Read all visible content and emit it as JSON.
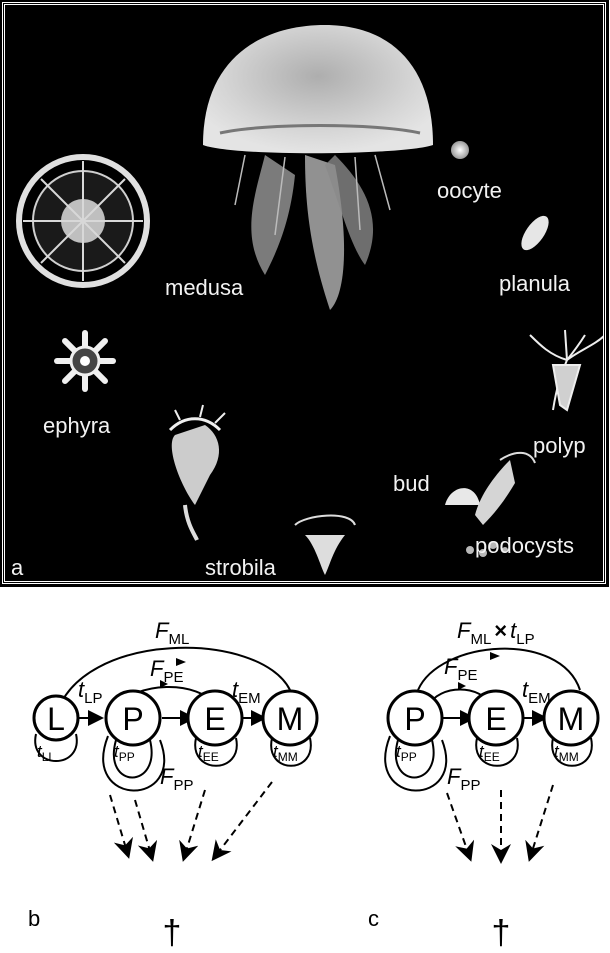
{
  "panel_a": {
    "letter": "a",
    "stages": {
      "medusa": "medusa",
      "oocyte": "oocyte",
      "planula": "planula",
      "polyp": "polyp",
      "ephyra": "ephyra",
      "strobila": "strobila",
      "bud": "bud",
      "podocysts": "podocysts"
    }
  },
  "panel_b": {
    "letter": "b",
    "nodes": [
      "L",
      "P",
      "E",
      "M"
    ],
    "labels": {
      "fml": "F",
      "fml_sub": "ML",
      "tlp": "t",
      "tlp_sub": "LP",
      "fpe": "F",
      "fpe_sub": "PE",
      "tem": "t",
      "tem_sub": "EM",
      "tll": "t",
      "tll_sub": "LL",
      "tpp": "t",
      "tpp_sub": "PP",
      "tee": "t",
      "tee_sub": "EE",
      "tmm": "t",
      "tmm_sub": "MM",
      "fpp": "F",
      "fpp_sub": "PP"
    },
    "death": "†"
  },
  "panel_c": {
    "letter": "c",
    "nodes": [
      "P",
      "E",
      "M"
    ],
    "labels": {
      "fml": "F",
      "fml_sub": "ML",
      "times": "×",
      "tlp": "t",
      "tlp_sub": "LP",
      "fpe": "F",
      "fpe_sub": "PE",
      "tem": "t",
      "tem_sub": "EM",
      "tpp": "t",
      "tpp_sub": "PP",
      "tee": "t",
      "tee_sub": "EE",
      "tmm": "t",
      "tmm_sub": "MM",
      "fpp": "F",
      "fpp_sub": "PP"
    },
    "death": "†"
  }
}
